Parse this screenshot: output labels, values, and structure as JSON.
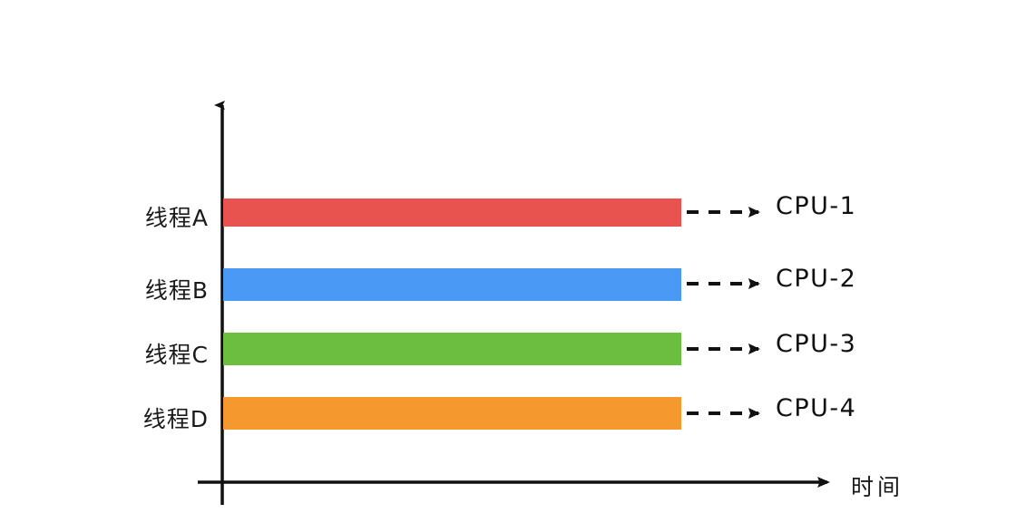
{
  "chart_data": {
    "type": "bar",
    "title": "",
    "subtitle": "",
    "orientation": "horizontal",
    "xlabel": "时间",
    "ylabel": "",
    "grid": false,
    "legend": "none",
    "categories": [
      "线程A",
      "线程B",
      "线程C",
      "线程D"
    ],
    "values": [
      1,
      1,
      1,
      1
    ],
    "annotations": [
      "CPU-1",
      "CPU-2",
      "CPU-3",
      "CPU-4"
    ],
    "series": [
      {
        "name": "线程A",
        "values": [
          1
        ],
        "color": "#E9534F",
        "assigned_to": "CPU-1"
      },
      {
        "name": "线程B",
        "values": [
          1
        ],
        "color": "#4A9AF5",
        "assigned_to": "CPU-2"
      },
      {
        "name": "线程C",
        "values": [
          1
        ],
        "color": "#6BBE3E",
        "assigned_to": "CPU-3"
      },
      {
        "name": "线程D",
        "values": [
          1
        ],
        "color": "#F5982E",
        "assigned_to": "CPU-4"
      }
    ]
  },
  "diagram": {
    "rows": [
      {
        "thread_label": "线程A",
        "cpu_label": "CPU-1",
        "color": "#E9534F"
      },
      {
        "thread_label": "线程B",
        "cpu_label": "CPU-2",
        "color": "#4A9AF5"
      },
      {
        "thread_label": "线程C",
        "cpu_label": "CPU-3",
        "color": "#6BBE3E"
      },
      {
        "thread_label": "线程D",
        "cpu_label": "CPU-4",
        "color": "#F5982E"
      }
    ],
    "axes": {
      "x_axis_label": "时间",
      "y_axis_label": "",
      "axis_color": "#111111"
    },
    "connector": {
      "style": "dashed-arrow",
      "color": "#111111"
    }
  }
}
